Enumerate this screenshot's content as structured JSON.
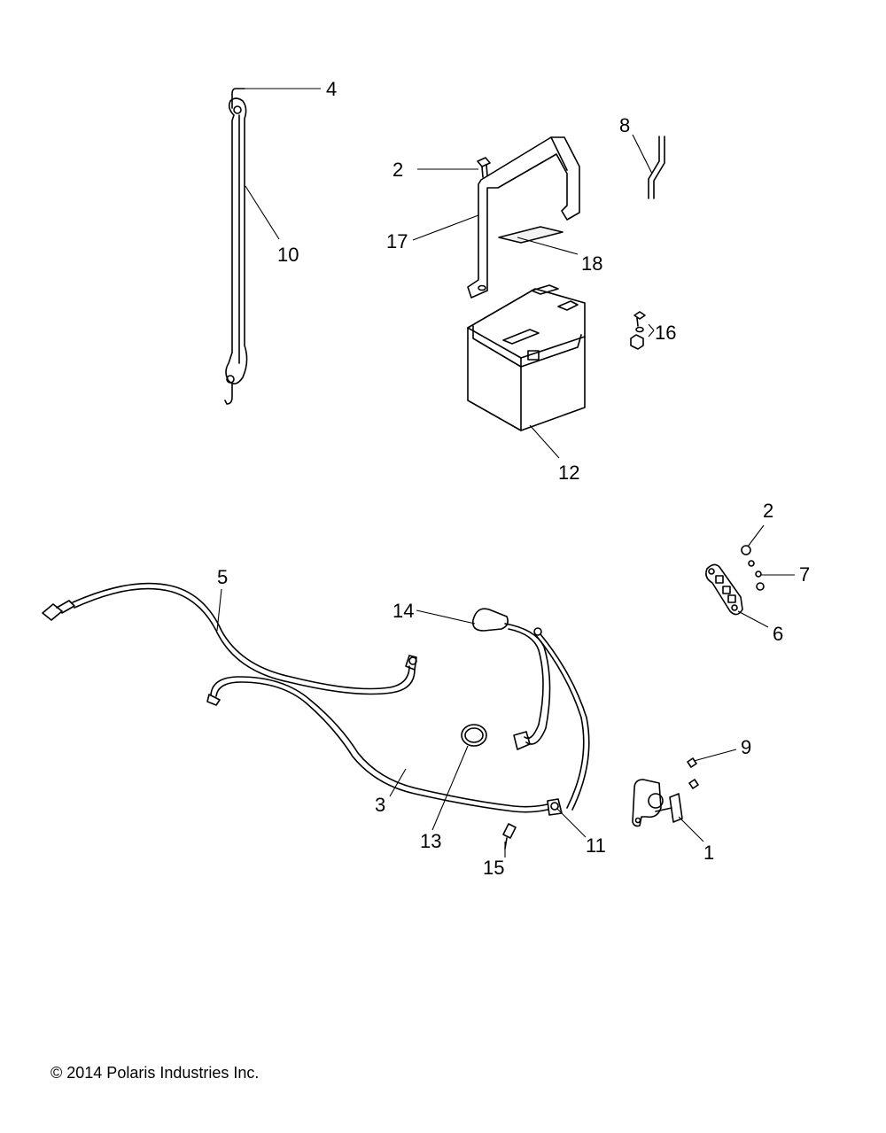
{
  "callouts": {
    "c4": "4",
    "c10": "10",
    "c2_top": "2",
    "c17": "17",
    "c18": "18",
    "c8": "8",
    "c16": "16",
    "c12": "12",
    "c2_right": "2",
    "c7": "7",
    "c6": "6",
    "c5": "5",
    "c14": "14",
    "c9": "9",
    "c3": "3",
    "c13": "13",
    "c11": "11",
    "c1": "1",
    "c15": "15"
  },
  "footer": {
    "copyright": "© 2014 Polaris Industries Inc."
  }
}
